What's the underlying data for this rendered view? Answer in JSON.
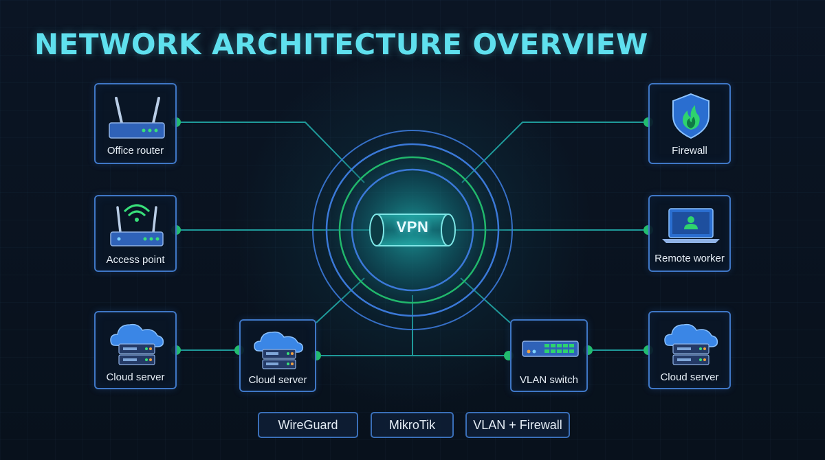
{
  "title": "NETWORK ARCHITECTURE OVERVIEW",
  "hub": {
    "label": "VPN"
  },
  "nodes": {
    "office_router": "Office router",
    "access_point": "Access point",
    "cloud_server_left": "Cloud server",
    "cloud_server_mid": "Cloud server",
    "firewall": "Firewall",
    "remote_worker": "Remote worker",
    "vlan_switch": "VLAN switch",
    "cloud_server_right": "Cloud server"
  },
  "tags": [
    "WireGuard",
    "MikroTik",
    "VLAN + Firewall"
  ],
  "colors": {
    "background": "#0a1320",
    "title": "#5fe0ee",
    "node_border": "#3f77c6",
    "wire": "#1f9a9a",
    "connector": "#22c06a",
    "ring_blue": "#3b79d8",
    "ring_green": "#21b86c"
  }
}
